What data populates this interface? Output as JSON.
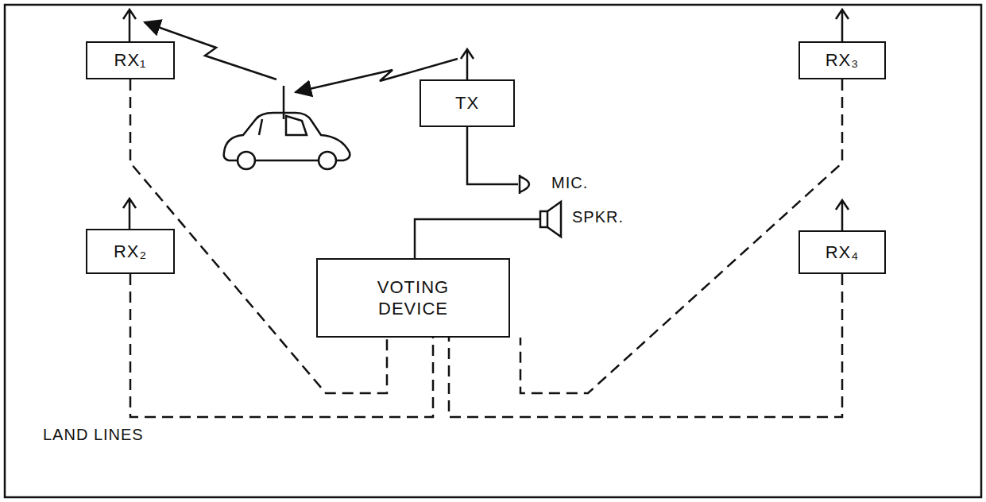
{
  "diagram": {
    "nodes": [
      {
        "text": [
          "RX₁"
        ]
      },
      {
        "text": [
          "TX"
        ]
      },
      {
        "text": [
          "RX₃"
        ]
      },
      {
        "text": [
          "RX₂"
        ]
      },
      {
        "text": [
          "VOTING DEVICE"
        ]
      },
      {
        "text": [
          "RX₄"
        ]
      }
    ],
    "edges": [
      {
        "from": 0,
        "to": 4,
        "arrow": "none"
      },
      {
        "from": 3,
        "to": 4,
        "arrow": "none"
      },
      {
        "from": 2,
        "to": 4,
        "arrow": "none"
      },
      {
        "from": 5,
        "to": 4,
        "arrow": "none"
      }
    ],
    "labels": [
      "MIC.",
      "SPKR.",
      "LAND LINES"
    ]
  }
}
